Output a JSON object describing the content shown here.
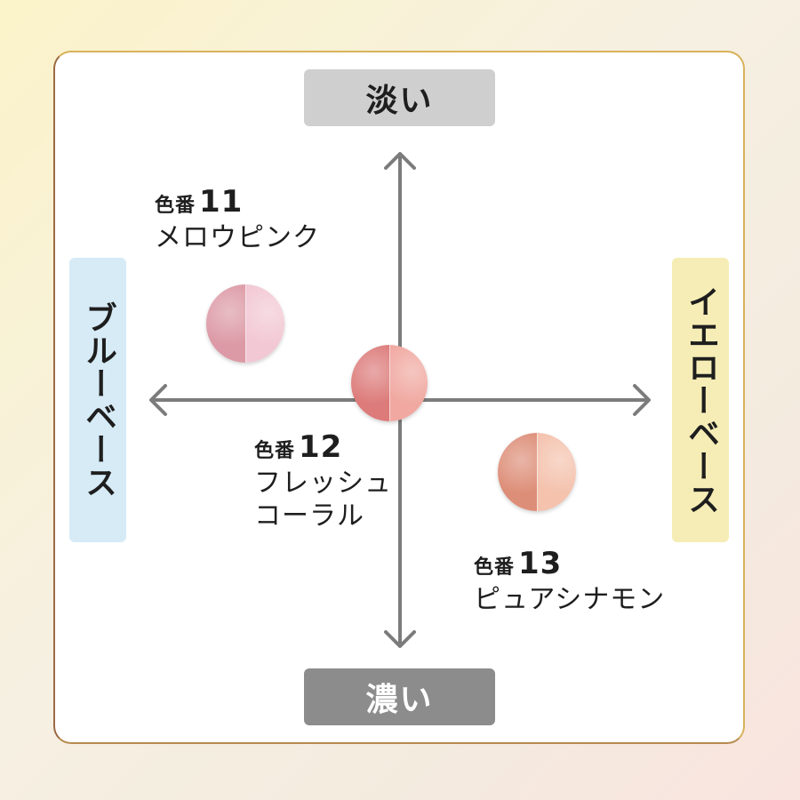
{
  "axes": {
    "top": "淡い",
    "bottom": "濃い",
    "left": "ブルーベース",
    "right": "イエローベース"
  },
  "colors": {
    "axis_arrow": "#7c7c7c",
    "top_pill": "#cfcfcf",
    "bottom_pill": "#8c8c8c",
    "left_pill": "#d6ebf6",
    "right_pill": "#f6edb6",
    "card_border": "#d8b25c"
  },
  "shades": [
    {
      "prefix": "色番",
      "number": "11",
      "name_lines": [
        "メロウピンク"
      ],
      "swatch_left": "#dc9aa6",
      "swatch_right": "#f2c8d4"
    },
    {
      "prefix": "色番",
      "number": "12",
      "name_lines": [
        "フレッシュ",
        "コーラル"
      ],
      "swatch_left": "#dc7b7a",
      "swatch_right": "#f0a8a0"
    },
    {
      "prefix": "色番",
      "number": "13",
      "name_lines": [
        "ピュアシナモン"
      ],
      "swatch_left": "#dd8e78",
      "swatch_right": "#f4c2ad"
    }
  ]
}
